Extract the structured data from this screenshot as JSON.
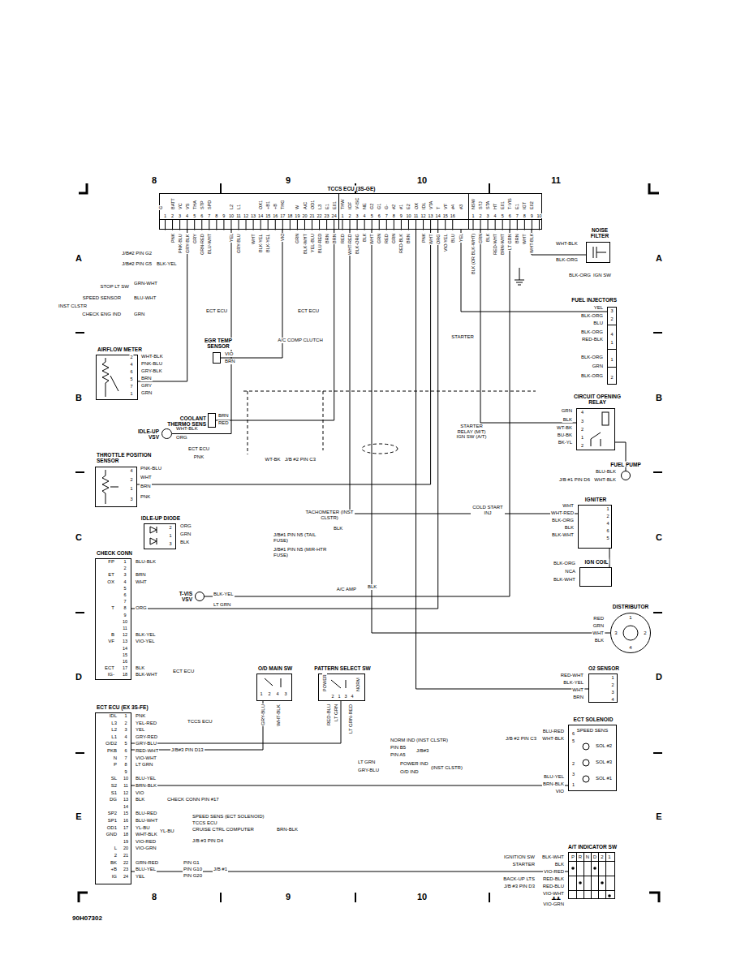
{
  "diagram": {
    "nodes": [
      {
        "text": [
          "TCCS ECU (3S-GE)"
        ]
      },
      {
        "text": [
          "NOISE FILTER"
        ]
      },
      {
        "text": [
          "FUEL INJECTORS"
        ]
      },
      {
        "text": [
          "AIRFLOW METER"
        ]
      },
      {
        "text": [
          "EGR TEMP SENSOR"
        ]
      },
      {
        "text": [
          "COOLANT THERMO SENS"
        ]
      },
      {
        "text": [
          "IDLE-UP VSV"
        ]
      },
      {
        "text": [
          "CIRCUIT OPENING RELAY"
        ]
      },
      {
        "text": [
          "THROTTLE POSITION SENSOR"
        ]
      },
      {
        "text": [
          "FUEL PUMP"
        ]
      },
      {
        "text": [
          "IGNITER"
        ]
      },
      {
        "text": [
          "IDLE-UP DIODE"
        ]
      },
      {
        "text": [
          "CHECK CONN"
        ]
      },
      {
        "text": [
          "IGN COIL"
        ]
      },
      {
        "text": [
          "T-VIS VSV"
        ]
      },
      {
        "text": [
          "DISTRIBUTOR"
        ]
      },
      {
        "text": [
          "O/D MAIN SW"
        ]
      },
      {
        "text": [
          "PATTERN SELECT SW"
        ]
      },
      {
        "text": [
          "O2 SENSOR"
        ]
      },
      {
        "text": [
          "ECT ECU (EX 3S-FE)"
        ]
      },
      {
        "text": [
          "ECT SOLENOID"
        ]
      },
      {
        "text": [
          "A/T INDICATOR SW"
        ]
      }
    ],
    "edges": [
      {
        "from": 0,
        "to": 1,
        "arrow": "none"
      },
      {
        "from": 0,
        "to": 2,
        "arrow": "none"
      },
      {
        "from": 0,
        "to": 3,
        "arrow": "none"
      },
      {
        "from": 0,
        "to": 4,
        "arrow": "none"
      },
      {
        "from": 0,
        "to": 5,
        "arrow": "none"
      },
      {
        "from": 0,
        "to": 6,
        "arrow": "none"
      },
      {
        "from": 0,
        "to": 7,
        "arrow": "none"
      },
      {
        "from": 0,
        "to": 8,
        "arrow": "none"
      },
      {
        "from": 0,
        "to": 10,
        "arrow": "none"
      },
      {
        "from": 0,
        "to": 12,
        "arrow": "none"
      },
      {
        "from": 0,
        "to": 14,
        "arrow": "none"
      },
      {
        "from": 0,
        "to": 15,
        "arrow": "none"
      },
      {
        "from": 0,
        "to": 18,
        "arrow": "none"
      },
      {
        "from": 7,
        "to": 9,
        "arrow": "none"
      },
      {
        "from": 10,
        "to": 13,
        "arrow": "none"
      },
      {
        "from": 19,
        "to": 16,
        "arrow": "none"
      },
      {
        "from": 19,
        "to": 17,
        "arrow": "none"
      },
      {
        "from": 19,
        "to": 20,
        "arrow": "none"
      },
      {
        "from": 19,
        "to": 21,
        "arrow": "none"
      }
    ],
    "labels": [
      "8",
      "9",
      "10",
      "11",
      "8",
      "9",
      "10",
      "11",
      "A",
      "B",
      "C",
      "D",
      "E",
      "A",
      "B",
      "C",
      "D",
      "E",
      "90H07302",
      "1",
      "2",
      "3",
      "4",
      "5",
      "6",
      "7",
      "8",
      "9",
      "10",
      "11",
      "12",
      "13",
      "14",
      "15",
      "16",
      "17",
      "18",
      "19",
      "20",
      "21",
      "22",
      "23",
      "24",
      "1",
      "2",
      "3",
      "4",
      "5",
      "6",
      "7",
      "8",
      "9",
      "10",
      "11",
      "12",
      "13",
      "14",
      "15",
      "16",
      "1",
      "2",
      "3",
      "4",
      "5",
      "6",
      "7",
      "8",
      "9",
      "10",
      "G",
      "BATT",
      "VC",
      "VS",
      "THA",
      "STP",
      "SPD",
      "L2",
      "L1",
      "OX1",
      "+B1",
      "+B",
      "THG",
      "W",
      "A/C",
      "OD1",
      "L3",
      "E1",
      "E01",
      "THW",
      "IGF",
      "V-ISC",
      "NE",
      "G2",
      "G1",
      "G-",
      "#2",
      "#1",
      "E2",
      "OX",
      "IDL",
      "VTA",
      "T",
      "VF",
      "#4",
      "#3",
      "NSW",
      "STJ",
      "STA",
      "HT",
      "E01",
      "T-VIS",
      "E1",
      "IGT",
      "E02",
      "PNK",
      "PNK-BLU",
      "GRY-BLK",
      "GRY",
      "GRN-RED",
      "BLU-WHT",
      "YEL",
      "GRY-BLU",
      "WHT",
      "BLK-YEL",
      "BLK-YEL",
      "VIO",
      "GRN",
      "BLK-WHT",
      "YEL-BLU",
      "BLU-RED",
      "BRN",
      "BRN",
      "RED",
      "WHT-RED",
      "BLK-ORG",
      "BLK",
      "WHT",
      "GRN",
      "RED",
      "GRN",
      "RED-BLK",
      "BRN",
      "PNK",
      "WHT",
      "ORG",
      "VIO-YEL",
      "BLU",
      "YEL",
      "BLK (OR BLK-WHT)",
      "GRN",
      "BLK",
      "RED-WHT",
      "BRN-WHT",
      "LT GRN",
      "BRN",
      "WHT",
      "WHT-BLK",
      "J/B#2 PIN G2",
      "J/B#2 PIN G5",
      "BLK-YEL",
      "STOP LT SW",
      "GRN-WHT",
      "SPEED SENSOR",
      "BLU-WHT",
      "INST CLSTR",
      "CHECK ENG IND",
      "GRN",
      "ECT ECU",
      "ECT ECU",
      "A/C COMP CLUTCH",
      "STARTER",
      "STARTER RELAY (M/T) IGN SW (A/T)",
      "COLD START INJ",
      "ECT ECU",
      "PNK",
      "WT-BK",
      "J/B #2 PIN C3",
      "TACHOMETER (INST CLSTR)",
      "BLK",
      "J/B#1 PIN N5 (TAIL FUSE)",
      "J/B#1 PIN N5 (MIR-HTR FUSE)",
      "A/C AMP",
      "BLK",
      "BLK-YEL",
      "LT GRN",
      "2",
      "4",
      "6",
      "5",
      "7",
      "1",
      "WHT-BLK",
      "PNK-BLU",
      "GRY-BLK",
      "BRN",
      "GRY",
      "GRN",
      "VIO",
      "BRN",
      "BRN",
      "RED",
      "WHT-BLK",
      "ORG",
      "4",
      "2",
      "1",
      "3",
      "PNK-BLU",
      "WHT",
      "BRN",
      "PNK",
      "2",
      "1",
      "3",
      "ORG",
      "GRN",
      "BLK",
      "1",
      "2",
      "3",
      "4",
      "5",
      "6",
      "7",
      "8",
      "9",
      "10",
      "11",
      "12",
      "13",
      "14",
      "15",
      "16",
      "17",
      "18",
      "FP",
      "ET",
      "OX",
      "T",
      "B",
      "VF",
      "ECT",
      "IG-",
      "BLU-BLK",
      "BRN",
      "WHT",
      "ORG",
      "BLK-YEL",
      "VIO-YEL",
      "BLK",
      "BLK-WHT",
      "ECT ECU",
      "WHT-BLK",
      "BLK-ORG",
      "BLK-ORG",
      "IGN SW",
      "3",
      "2",
      "4",
      "1",
      "1",
      "2",
      "YEL",
      "BLK-ORG",
      "BLU",
      "BLK-ORG",
      "RED-BLK",
      "BLK-ORG",
      "GRN",
      "BLK-ORG",
      "4",
      "3",
      "2",
      "1",
      "2",
      "GRN",
      "BLK",
      "WT-BK",
      "BU-BK",
      "BK-YL",
      "BLU-BLK",
      "WHT-BLK",
      "J/B #1 PIN D6",
      "1",
      "2",
      "4",
      "6",
      "5",
      "WHT",
      "WHT-RED",
      "BLK-ORG",
      "BLK",
      "BLK-WHT",
      "BLK-ORG",
      "NCA",
      "BLK-WHT",
      "1",
      "2",
      "3",
      "4",
      "RED",
      "GRN",
      "WHT",
      "BLK",
      "1",
      "2",
      "3",
      "4",
      "RED-WHT",
      "BLK-YEL",
      "WHT",
      "BRN",
      "1",
      "2",
      "4",
      "3",
      "GRY-BLU",
      "WHT-BLK",
      "POWER",
      "NORM",
      "2",
      "1",
      "3",
      "4",
      "RED-BLU",
      "LT GRN",
      "LT GRN-RED",
      "NORM IND (INST CLSTR)",
      "PIN B5",
      "PIN A5",
      "J/B#3",
      "LT GRN",
      "POWER IND",
      "GRY-BLU",
      "O/D IND",
      "(INST CLSTR)",
      "1",
      "2",
      "3",
      "4",
      "5",
      "6",
      "7",
      "8",
      "9",
      "10",
      "11",
      "12",
      "13",
      "14",
      "15",
      "16",
      "17",
      "18",
      "19",
      "20",
      "21",
      "22",
      "23",
      "24",
      "IDL",
      "L3",
      "L2",
      "L1",
      "O/D2",
      "PKB",
      "N",
      "P",
      "SL",
      "S2",
      "S1",
      "DG",
      "SP2",
      "SP1",
      "OD1",
      "GND",
      "L",
      "2",
      "BK",
      "+B",
      "IG",
      "PNK",
      "YEL-RED",
      "YEL",
      "GRY-RED",
      "GRY-BLU",
      "RED-WHT",
      "VIO-WHT",
      "LT GRN",
      "BLU-YEL",
      "BRN-BLK",
      "VIO",
      "BLK",
      "BLU-RED",
      "BLU-WHT",
      "YL-BU",
      "WHT-BLK",
      "VIO-RED",
      "VIO-GRN",
      "GRN-RED",
      "BLU-YEL",
      "YEL",
      "YL-BU",
      "TCCS ECU",
      "J/B#3 PIN D13",
      "CHECK CONN PIN #17",
      "SPEED SENS (ECT SOLENOID)",
      "TCCS ECU",
      "CRUISE CTRL COMPUTER",
      "J/B #3 PIN D4",
      "BRN-BLK",
      "PIN G1",
      "PIN G10",
      "PIN G20",
      "J/B #1",
      "SPEED SENS",
      "SOL #2",
      "SOL #3",
      "SOL #1",
      "6",
      "5",
      "2",
      "3",
      "1",
      "BLU-RED",
      "WHT-BLK",
      "BLU-YEL",
      "BRN-BLK",
      "VIO",
      "J/B #2 PIN C3",
      "P",
      "R",
      "N",
      "D",
      "2",
      "1",
      "BLK-WHT",
      "BLK",
      "VIO-RED",
      "RED-BLK",
      "RED-BLU",
      "VIO-WHT",
      "VIO-GRN",
      "IGNITION SW",
      "STARTER",
      "BACK-UP LTS",
      "J/B #3 PIN D3"
    ]
  }
}
